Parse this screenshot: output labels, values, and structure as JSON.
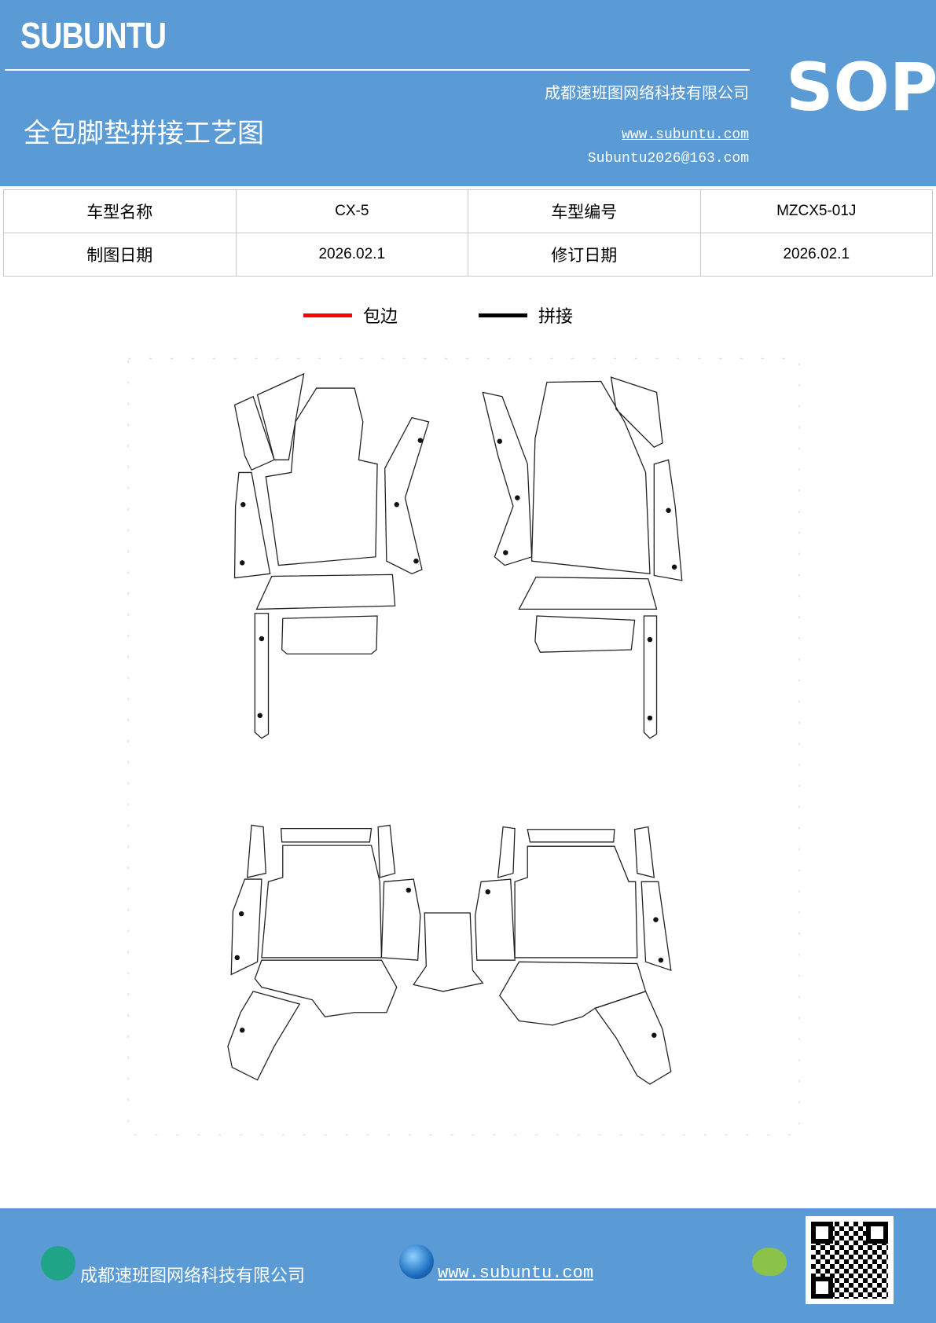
{
  "header": {
    "brand": "SUBUNTU",
    "doc_type": "SOP",
    "title": "全包脚垫拼接工艺图",
    "company": "成都速班图网络科技有限公司",
    "website": "www.subuntu.com",
    "email": "Subuntu2026@163.com",
    "background": "#5b9bd5"
  },
  "info_table": {
    "rows": [
      {
        "label1": "车型名称",
        "value1": "CX-5",
        "label2": "车型编号",
        "value2": "MZCX5-01J"
      },
      {
        "label1": "制图日期",
        "value1": "2026.02.1",
        "label2": "修订日期",
        "value2": "2026.02.1"
      }
    ]
  },
  "legend": [
    {
      "label": "包边",
      "color": "#ff0000"
    },
    {
      "label": "拼接",
      "color": "#000000"
    }
  ],
  "footer": {
    "company": "成都速班图网络科技有限公司",
    "website": "www.subuntu.com",
    "icons": [
      "building-icon",
      "globe-icon",
      "wechat-icon",
      "qr-code"
    ]
  }
}
